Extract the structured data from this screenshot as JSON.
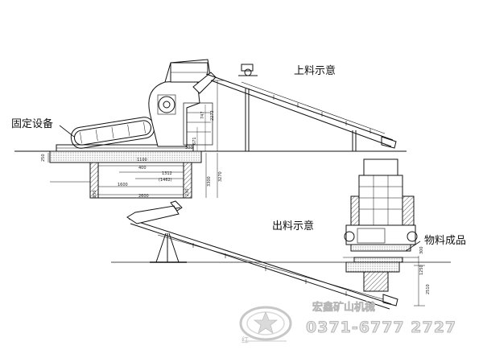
{
  "labels": {
    "fixed_equipment": "固定设备",
    "feed_diagram": "上料示意",
    "discharge_diagram": "出料示意",
    "finished_material": "物料成品"
  },
  "dimensions": {
    "d_2273": "2273",
    "d_747": "747",
    "d_671": "671",
    "d_300a": "300",
    "d_250a": "250",
    "d_1100": "1100",
    "d_400": "400",
    "d_1312": "1312",
    "d_1462": "(1462)",
    "d_3300": "3300",
    "d_3270": "3270",
    "d_1600": "1600",
    "d_2600": "2600",
    "d_350": "350",
    "d_230": "230",
    "d_1250": "1250",
    "d_2510": "2510",
    "d_300b": "300"
  },
  "watermark": {
    "top_text": "宏鑫矿山机械",
    "phone": "0371-6777 2727",
    "logo_char": "红"
  },
  "colors": {
    "line": "#111111",
    "hatch": "#333333",
    "watermark_outline": "#a8a8a8",
    "watermark_fill": "#e6e6e6"
  }
}
